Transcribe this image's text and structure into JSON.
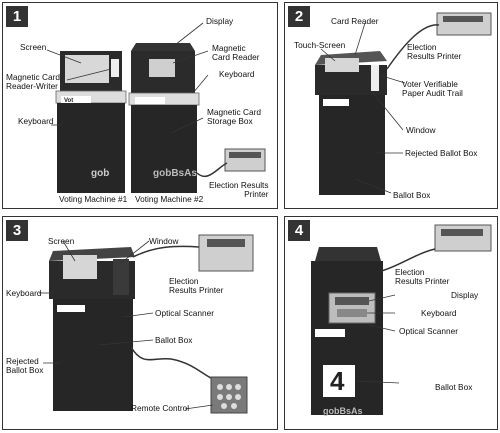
{
  "panels": [
    {
      "number": "1",
      "labels": {
        "screen": "Screen",
        "mag_rw": "Magnetic Card\nReader-Writer",
        "keyboard_left": "Keyboard",
        "display": "Display",
        "mag_reader": "Magnetic\nCard Reader",
        "keyboard_right": "Keyboard",
        "storage": "Magnetic Card\nStorage Box",
        "printer": "Election Results\nPrinter",
        "vm1": "Voting Machine #1",
        "vm2": "Voting Machine #2",
        "brand": "Vot",
        "gob": "gob",
        "gob2": "gobBsAs"
      }
    },
    {
      "number": "2",
      "labels": {
        "card_reader": "Card Reader",
        "touch_screen": "Touch-Screen",
        "printer": "Election\nResults Printer",
        "vvpat": "Voter Verifiable\nPaper Audit Trail",
        "window": "Window",
        "rejected": "Rejected Ballot Box",
        "ballot_box": "Ballot Box"
      }
    },
    {
      "number": "3",
      "labels": {
        "screen": "Screen",
        "window": "Window",
        "keyboard": "Keyboard",
        "printer": "Election\nResults Printer",
        "optical": "Optical Scanner",
        "ballot_box": "Ballot Box",
        "rejected": "Rejected\nBallot Box",
        "remote": "Remote Control"
      }
    },
    {
      "number": "4",
      "labels": {
        "printer": "Election\nResults Printer",
        "display": "Display",
        "keyboard": "Keyboard",
        "optical": "Optical Scanner",
        "ballot_box": "Ballot Box",
        "box_number": "4",
        "gob": "gobBsAs"
      }
    }
  ]
}
